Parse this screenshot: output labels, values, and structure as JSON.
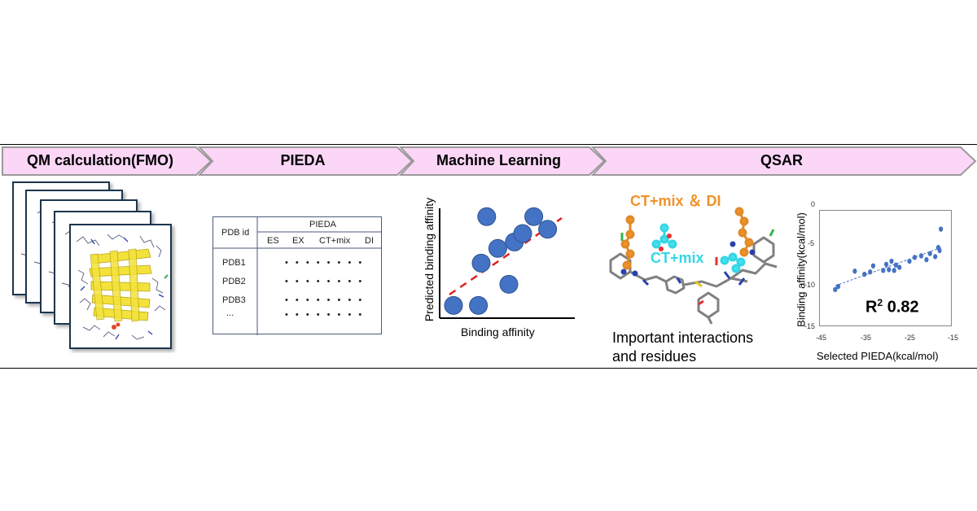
{
  "steps": [
    {
      "label": "QM calculation(FMO)"
    },
    {
      "label": "PIEDA"
    },
    {
      "label": "Machine Learning"
    },
    {
      "label": "QSAR"
    }
  ],
  "pieda_table": {
    "row_header": "PDB id",
    "group_header": "PIEDA",
    "columns": [
      "ES",
      "EX",
      "CT+mix",
      "DI"
    ],
    "rows": [
      "PDB1",
      "PDB2",
      "PDB3",
      "..."
    ],
    "cell_placeholder": "• • • • • • • •"
  },
  "ml_plot": {
    "xlabel": "Binding affinity",
    "ylabel": "Predicted binding affinity",
    "points": [
      [
        0.5,
        0.6
      ],
      [
        1.4,
        0.6
      ],
      [
        1.5,
        2.6
      ],
      [
        2.1,
        3.3
      ],
      [
        1.7,
        4.8
      ],
      [
        2.5,
        1.6
      ],
      [
        2.7,
        3.6
      ],
      [
        3.0,
        4.0
      ],
      [
        3.4,
        4.8
      ],
      [
        3.9,
        4.2
      ]
    ]
  },
  "qsar_labels": {
    "label_orange": "CT+mix ＆ DI",
    "label_cyan": "CT+mix",
    "important_line1": "Important interactions",
    "important_line2": "and residues",
    "color_orange": "#f0922a",
    "color_cyan": "#35d6e6"
  },
  "chart_data": {
    "type": "scatter",
    "xlabel": "Selected PIEDA(kcal/mol)",
    "ylabel": "Binding  affinity(kcal/mol)",
    "xlim": [
      -45,
      -15
    ],
    "ylim": [
      -15,
      0
    ],
    "xticks": [
      "-45",
      "-35",
      "-25",
      "-15"
    ],
    "yticks": [
      "0",
      "-5",
      "-10",
      "-15"
    ],
    "annotation_r": "R",
    "annotation_sup": "2",
    "annotation_value": "0.82",
    "trendline": true,
    "points": [
      {
        "x": -41.5,
        "y": -10.3
      },
      {
        "x": -40.8,
        "y": -9.9
      },
      {
        "x": -37.0,
        "y": -7.9
      },
      {
        "x": -34.8,
        "y": -8.3
      },
      {
        "x": -33.5,
        "y": -8.0
      },
      {
        "x": -32.8,
        "y": -7.2
      },
      {
        "x": -30.5,
        "y": -7.8
      },
      {
        "x": -29.8,
        "y": -7.0
      },
      {
        "x": -29.2,
        "y": -7.7
      },
      {
        "x": -28.6,
        "y": -6.6
      },
      {
        "x": -28.0,
        "y": -7.8
      },
      {
        "x": -27.6,
        "y": -7.1
      },
      {
        "x": -26.8,
        "y": -7.4
      },
      {
        "x": -24.5,
        "y": -6.6
      },
      {
        "x": -23.3,
        "y": -6.1
      },
      {
        "x": -21.8,
        "y": -5.9
      },
      {
        "x": -20.6,
        "y": -6.4
      },
      {
        "x": -19.8,
        "y": -5.6
      },
      {
        "x": -18.6,
        "y": -6.0
      },
      {
        "x": -17.9,
        "y": -4.8
      },
      {
        "x": -17.6,
        "y": -5.2
      },
      {
        "x": -17.3,
        "y": -2.4
      }
    ]
  }
}
